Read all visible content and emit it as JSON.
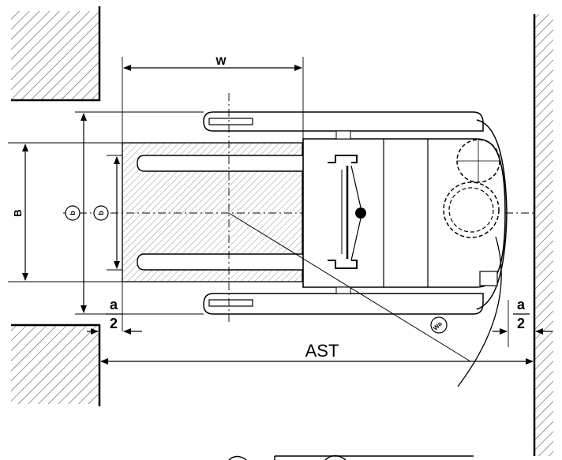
{
  "diagram": {
    "dimension_labels": {
      "width": "W",
      "b_side": "B",
      "circled_b": "b",
      "circled_small": "b",
      "aisle": "AST",
      "half_gap_num": "a",
      "half_gap_den": "2",
      "wl": "Wa"
    },
    "colors": {
      "line": "#000000",
      "hatch": "#555555",
      "background": "#ffffff"
    }
  }
}
